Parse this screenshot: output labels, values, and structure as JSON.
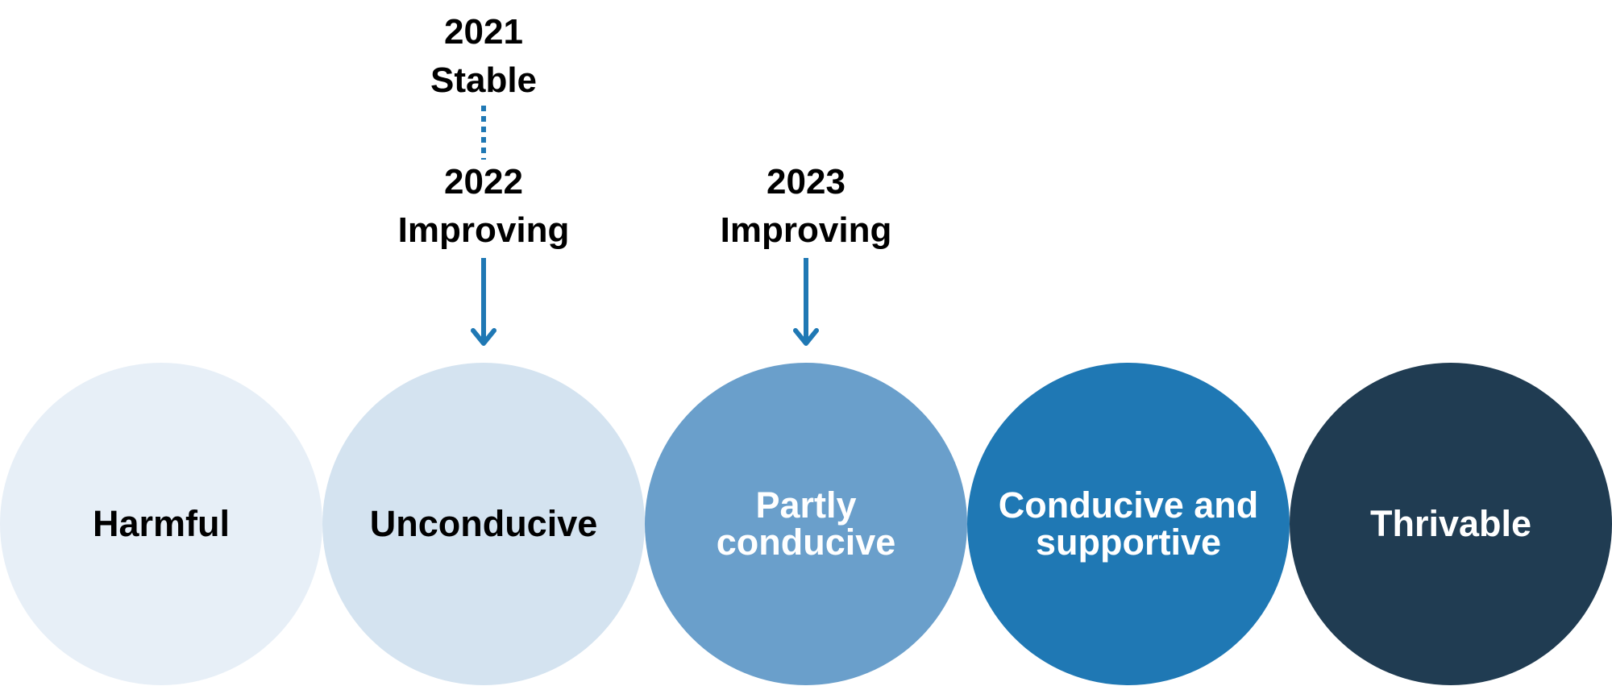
{
  "stages": [
    {
      "label": "Harmful",
      "fill": "#e7eff7",
      "text_color": "#000000"
    },
    {
      "label": "Unconducive",
      "fill": "#d4e3f0",
      "text_color": "#000000"
    },
    {
      "label": "Partly\nconducive",
      "fill": "#6a9fcb",
      "text_color": "#ffffff"
    },
    {
      "label": "Conducive and\nsupportive",
      "fill": "#1f78b4",
      "text_color": "#ffffff"
    },
    {
      "label": "Thrivable",
      "fill": "#203c52",
      "text_color": "#ffffff"
    }
  ],
  "annotations": {
    "y2021": {
      "year": "2021",
      "status": "Stable"
    },
    "y2022": {
      "year": "2022",
      "status": "Improving"
    },
    "y2023": {
      "year": "2023",
      "status": "Improving"
    }
  },
  "colors": {
    "arrow": "#1f78b4"
  }
}
